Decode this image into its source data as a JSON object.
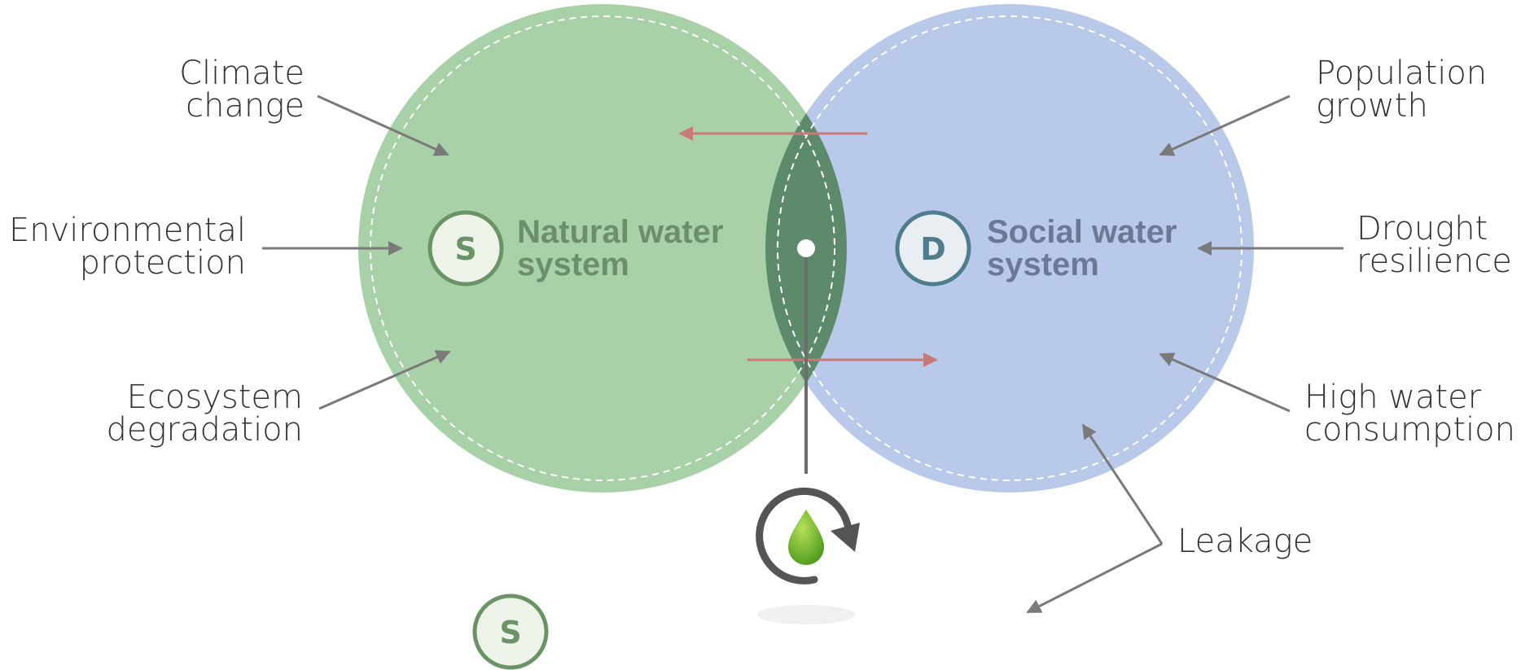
{
  "colors": {
    "natural": "#a8d1a8",
    "social": "#b8c9e9",
    "overlap": "#5e8a6c",
    "grey_arrow": "#7a7a7a",
    "red_arrow": "#c97a78",
    "natural_text": "#6d8e6b",
    "social_text": "#6a7a96",
    "s_badge": "#6b9466",
    "d_badge": "#4f7d8d"
  },
  "natural_system": {
    "badge": "S",
    "line1": "Natural water",
    "line2": "system"
  },
  "social_system": {
    "badge": "D",
    "line1": "Social water",
    "line2": "system"
  },
  "left_labels": {
    "climate": [
      "Climate",
      "change"
    ],
    "environmental": [
      "Environmental",
      "protection"
    ],
    "ecosystem": [
      "Ecosystem",
      "degradation"
    ]
  },
  "right_labels": {
    "population": [
      "Population",
      "growth"
    ],
    "drought": [
      "Drought",
      "resilience"
    ],
    "consumption": [
      "High water",
      "consumption"
    ],
    "leakage": "Leakage"
  },
  "bottom_badge": "S",
  "icons": {
    "cycle": "water-cycle-icon",
    "drop": "water-drop-icon"
  }
}
